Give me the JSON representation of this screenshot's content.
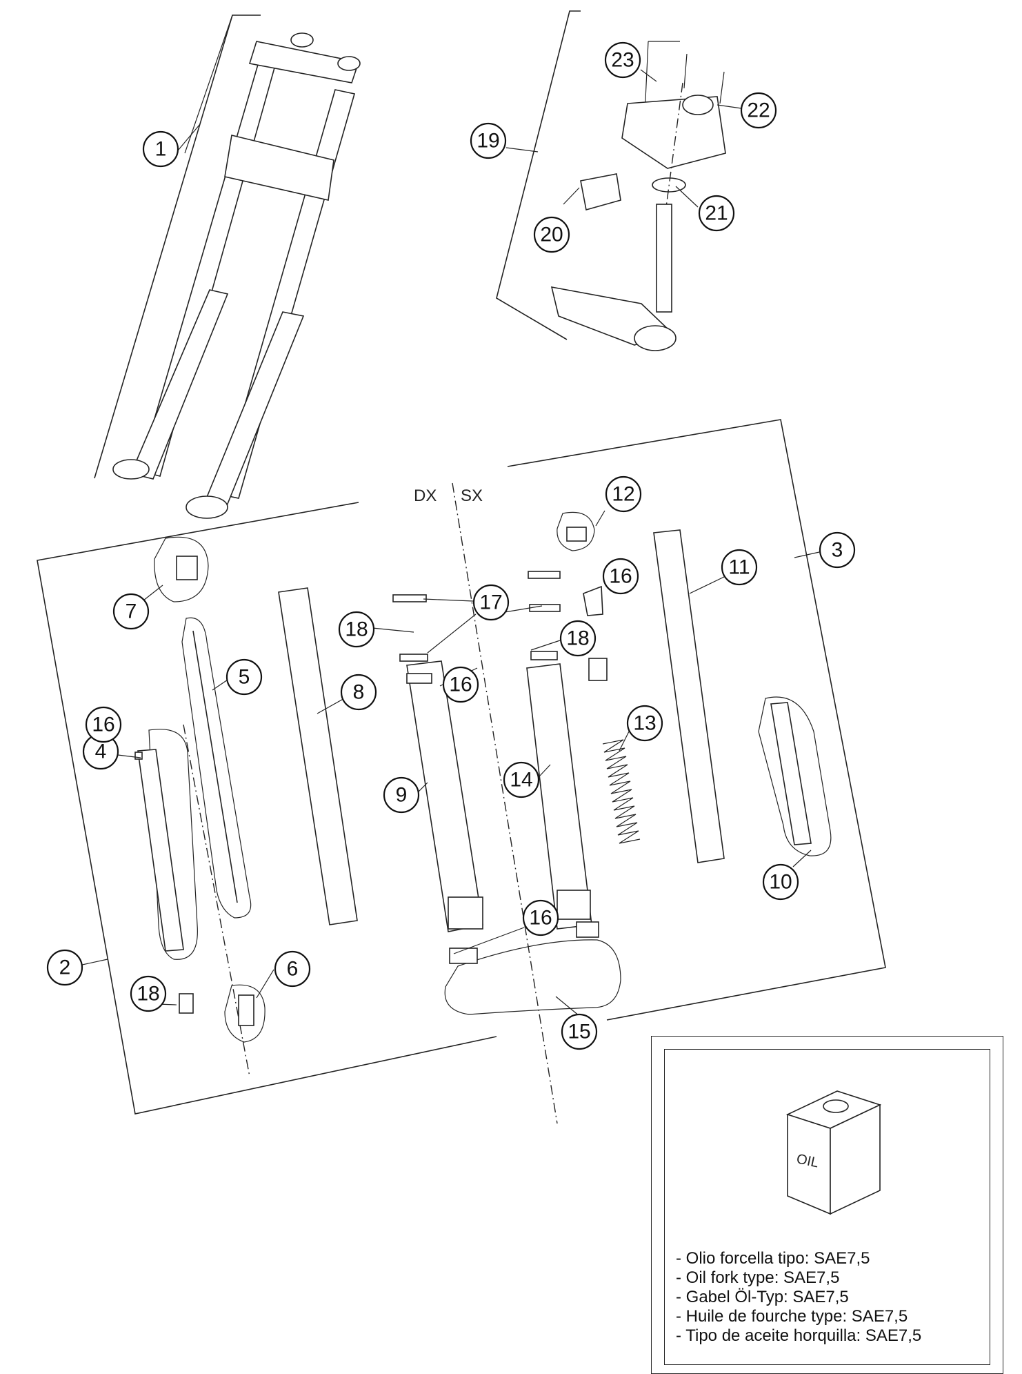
{
  "callouts": [
    "1",
    "2",
    "3",
    "4",
    "5",
    "6",
    "7",
    "8",
    "9",
    "10",
    "11",
    "12",
    "13",
    "14",
    "15",
    "16",
    "17",
    "18",
    "19",
    "20",
    "21",
    "22",
    "23"
  ],
  "side_labels": {
    "right": "DX",
    "left": "SX"
  },
  "oil_panel": {
    "can_label": "OIL",
    "lines": [
      "- Olio forcella tipo: SAE7,5",
      "- Oil fork type: SAE7,5",
      "- Gabel Öl-Typ: SAE7,5",
      "- Huile de fourche type: SAE7,5",
      "- Tipo de aceite horquilla: SAE7,5"
    ]
  }
}
